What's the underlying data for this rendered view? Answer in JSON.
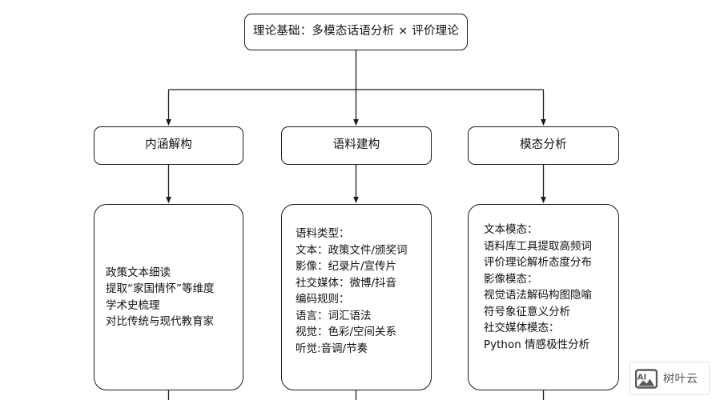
{
  "diagram": {
    "background_color": "#ffffff",
    "line_color": "#1a1a1a",
    "text_color": "#111111",
    "root": {
      "label": "理论基础：多模态话语分析 × 评价理论"
    },
    "branches": [
      {
        "title": "内涵解构",
        "detail_lines": [
          "政策文本细读",
          "提取“家国情怀”等维度",
          "学术史梳理",
          "对比传统与现代教育家"
        ]
      },
      {
        "title": "语料建构",
        "detail_lines": [
          "语料类型：",
          "文本：政策文件/颁奖词",
          "影像：纪录片/宣传片",
          "社交媒体：微博/抖音",
          "编码规则：",
          "语言：词汇语法",
          "视觉：色彩/空间关系",
          "听觉:音调/节奏"
        ]
      },
      {
        "title": "模态分析",
        "detail_lines": [
          "文本模态：",
          "语料库工具提取高频词",
          "评价理论解析态度分布",
          "影像模态：",
          "视觉语法解码构图隐喻",
          "符号象征意义分析",
          "社交媒体模态：",
          "Python 情感极性分析"
        ]
      }
    ]
  },
  "watermark": {
    "icon": "ai-image-icon",
    "icon_label": "AI",
    "text": "树叶云",
    "color": "#5a5a5a"
  }
}
